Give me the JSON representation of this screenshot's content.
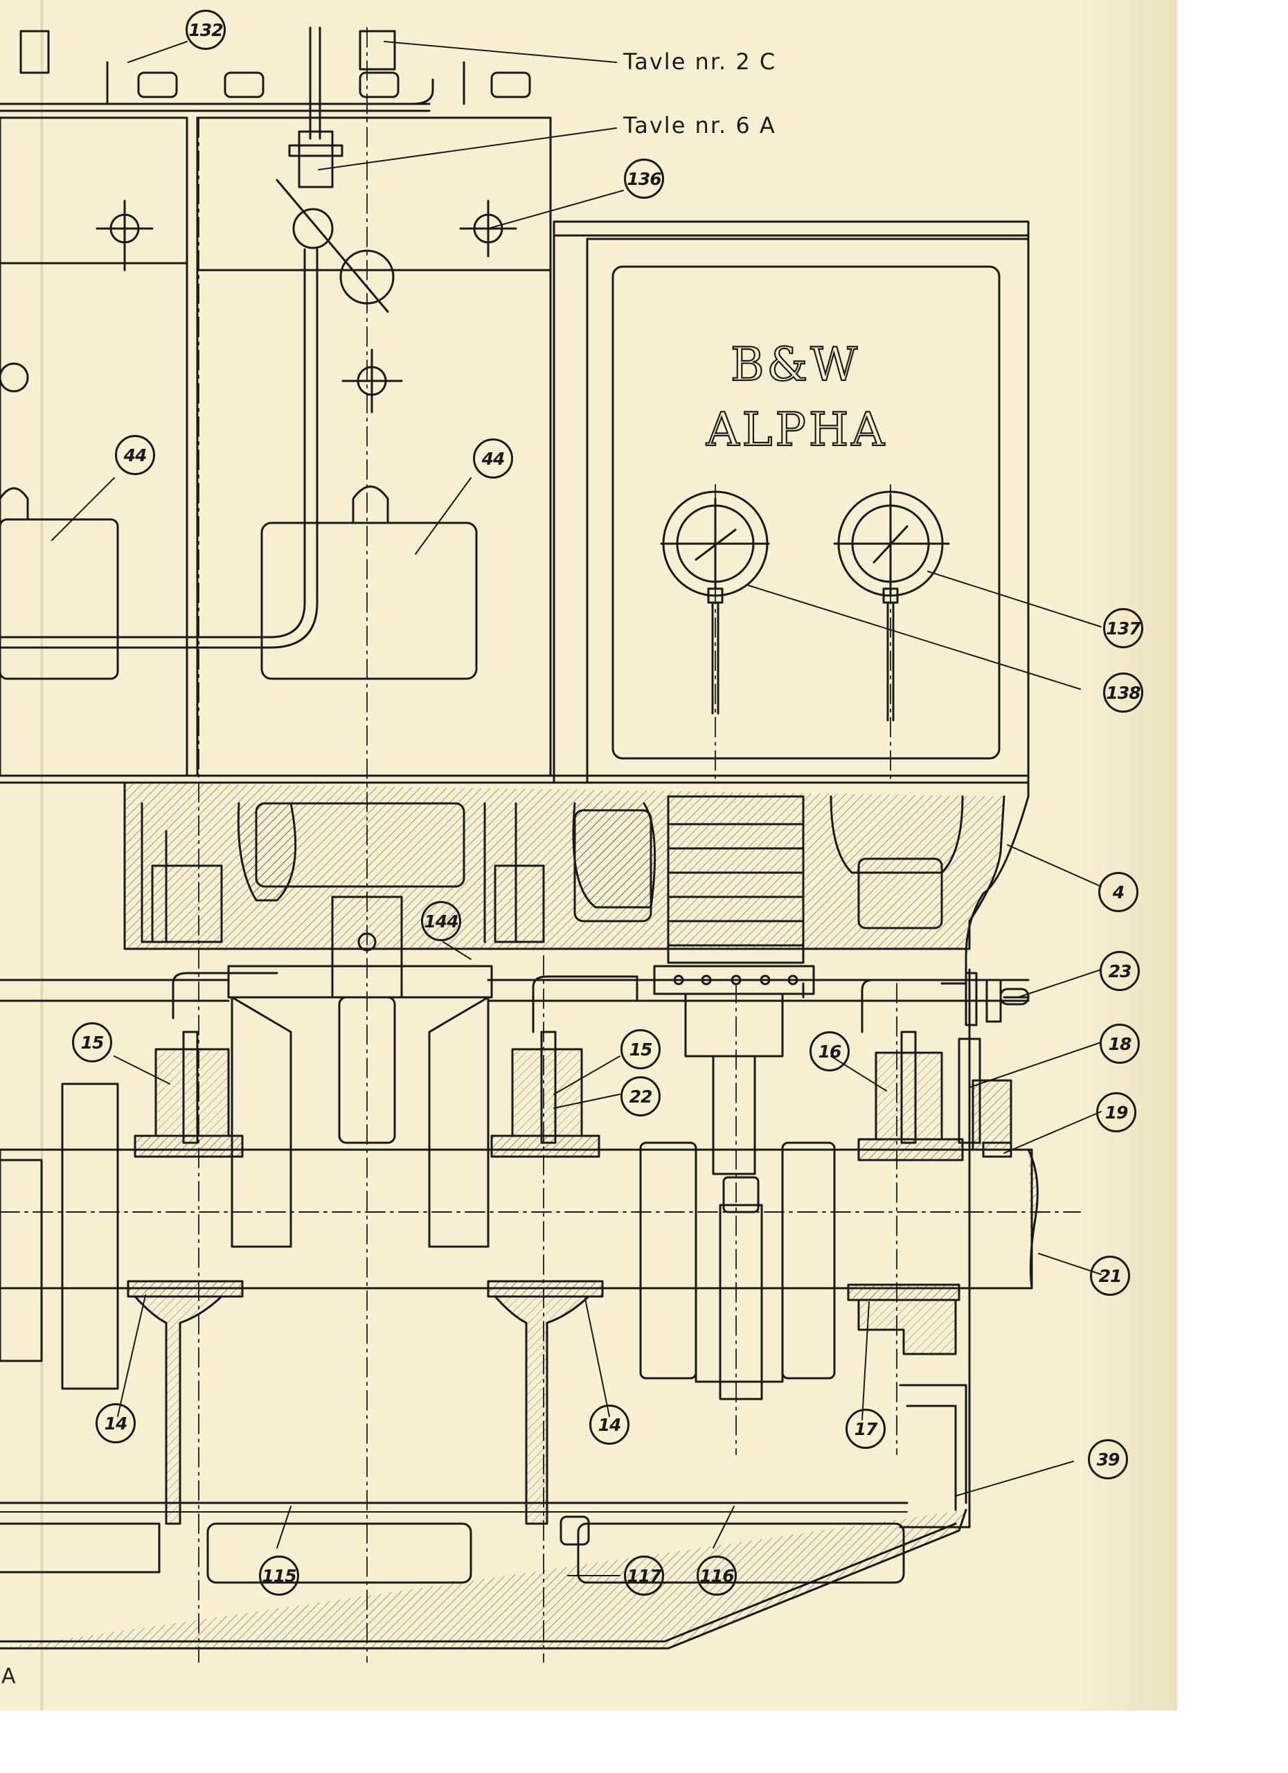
{
  "references": {
    "plate_2c": "Tavle nr. 2 C",
    "plate_6a": "Tavle nr. 6 A"
  },
  "brand": {
    "line1": "B&W",
    "line2": "ALPHA"
  },
  "corner_letter": "A",
  "callouts": [
    "132",
    "136",
    "44",
    "44",
    "137",
    "138",
    "4",
    "144",
    "23",
    "18",
    "19",
    "15",
    "15",
    "22",
    "16",
    "21",
    "14",
    "14",
    "17",
    "39",
    "115",
    "117",
    "116"
  ],
  "colors": {
    "paper": "#f6efd2",
    "ink": "#1a1a1a"
  }
}
